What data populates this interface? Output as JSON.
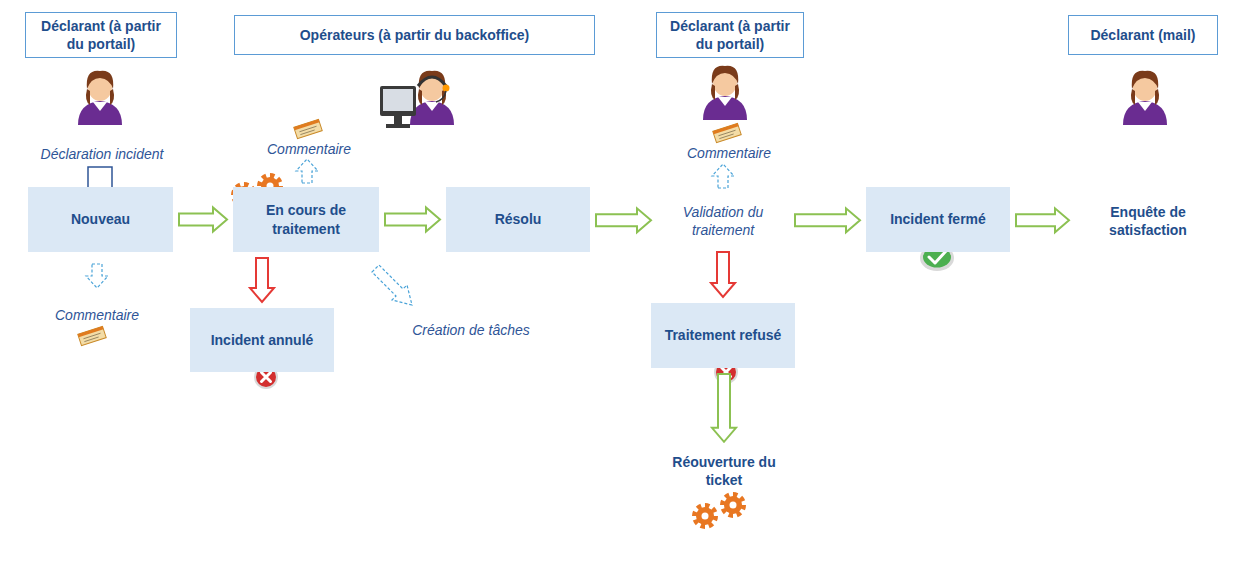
{
  "diagram": {
    "nodes": [
      {
        "text": [
          "Déclarant (à partir du portail)"
        ]
      },
      {
        "text": [
          "Opérateurs (à partir du backoffice)"
        ]
      },
      {
        "text": [
          "Déclarant (à partir du portail)"
        ]
      },
      {
        "text": [
          "Déclarant (mail)"
        ]
      },
      {
        "text": [
          "Nouveau"
        ]
      },
      {
        "text": [
          "En cours de traitement"
        ]
      },
      {
        "text": [
          "Incident annulé"
        ]
      },
      {
        "text": [
          "Résolu"
        ]
      },
      {
        "text": [
          "Validation du traitement"
        ]
      },
      {
        "text": [
          "Traitement refusé"
        ]
      },
      {
        "text": [
          "Réouverture du ticket"
        ]
      },
      {
        "text": [
          "Incident fermé"
        ]
      },
      {
        "text": [
          "Enquête de satisfaction"
        ]
      }
    ],
    "edges": [
      {
        "from": 4,
        "to": 5,
        "arrow": "to"
      },
      {
        "from": 5,
        "to": 6,
        "arrow": "to"
      },
      {
        "from": 5,
        "to": 7,
        "arrow": "to"
      },
      {
        "from": 7,
        "to": 8,
        "arrow": "to"
      },
      {
        "from": 8,
        "to": 9,
        "arrow": "to"
      },
      {
        "from": 9,
        "to": 10,
        "arrow": "to"
      },
      {
        "from": 8,
        "to": 11,
        "arrow": "to"
      },
      {
        "from": 11,
        "to": 12,
        "arrow": "to"
      }
    ],
    "labels": [
      "Déclaration incident",
      "Commentaire",
      "Commentaire",
      "Commentaire",
      "Création de tâches"
    ]
  }
}
